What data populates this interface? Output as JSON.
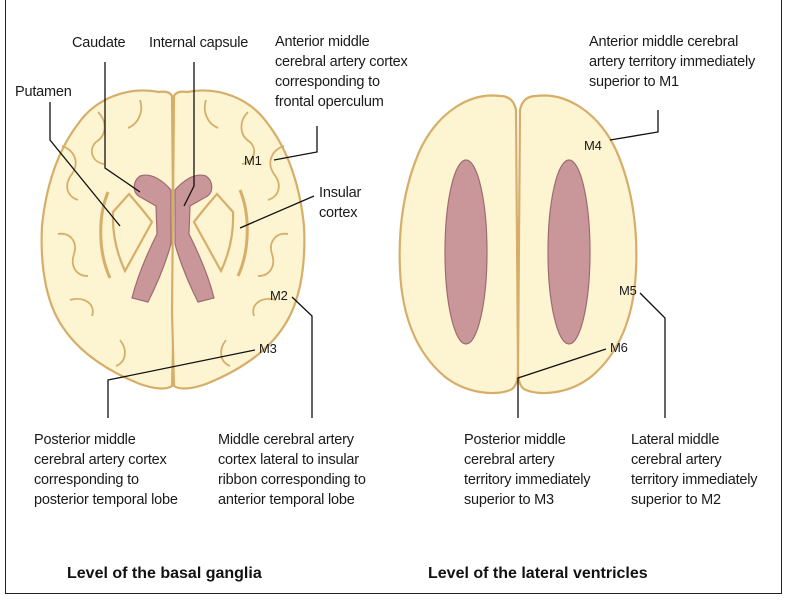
{
  "colors": {
    "brain_fill": "#fdf4d2",
    "brain_outline": "#d6ae69",
    "ventricle_fill": "#c9969a",
    "ventricle_outline": "#9e6b70",
    "line": "#111111"
  },
  "basal_ganglia": {
    "caption": "Level of the basal ganglia",
    "labels": {
      "caudate": "Caudate",
      "internal_capsule": "Internal capsule",
      "putamen": "Putamen",
      "m1_desc": "Anterior middle\ncerebral artery cortex\ncorresponding to\nfrontal operculum",
      "insular": "Insular\ncortex",
      "m1": "M1",
      "m2": "M2",
      "m3": "M3",
      "m3_desc": "Posterior middle\ncerebral artery cortex\ncorresponding to\nposterior temporal lobe",
      "m2_desc": "Middle cerebral artery\ncortex lateral to insular\nribbon corresponding to\nanterior temporal lobe"
    }
  },
  "lateral_ventricles": {
    "caption": "Level of the lateral ventricles",
    "labels": {
      "m4_desc": "Anterior middle cerebral\nartery territory immediately\nsuperior to M1",
      "m4": "M4",
      "m5": "M5",
      "m6": "M6",
      "m6_desc": "Posterior middle\ncerebral artery\nterritory immediately\nsuperior to M3",
      "m5_desc": "Lateral middle\ncerebral artery\nterritory immediately\nsuperior to M2"
    }
  }
}
